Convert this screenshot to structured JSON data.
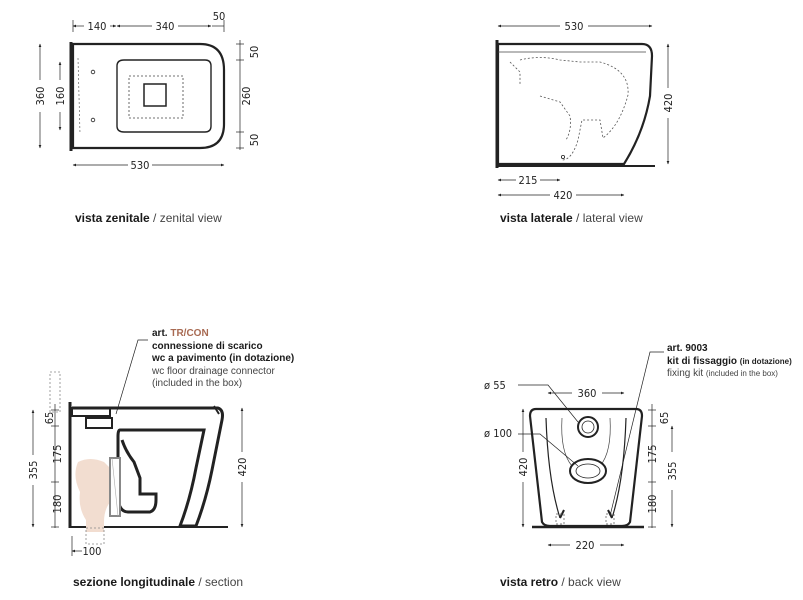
{
  "views": {
    "zenital": {
      "caption_it": "vista zenitale",
      "caption_sep": " / ",
      "caption_en": "zenital view",
      "dims": {
        "d140": "140",
        "d340": "340",
        "d50a": "50",
        "d360": "360",
        "d160": "160",
        "d50b": "50",
        "d260": "260",
        "d50c": "50",
        "d530": "530"
      }
    },
    "lateral": {
      "caption_it": "vista laterale",
      "caption_sep": " / ",
      "caption_en": "lateral view",
      "dims": {
        "d530": "530",
        "d420v": "420",
        "d215": "215",
        "d420h": "420"
      }
    },
    "section": {
      "caption_it": "sezione longitudinale",
      "caption_sep": " / ",
      "caption_en": "section",
      "dims": {
        "d65": "65",
        "d175": "175",
        "d355": "355",
        "d180": "180",
        "d420": "420",
        "d100": "100"
      },
      "note": {
        "art_prefix": "art. ",
        "art_code": "TR/CON",
        "line1": "connessione di scarico",
        "line2": "wc a pavimento (in dotazione)",
        "line3": "wc floor drainage connector",
        "line4": "(included in the box)"
      }
    },
    "back": {
      "caption_it": "vista retro",
      "caption_sep": " / ",
      "caption_en": "back view",
      "dims": {
        "d360": "360",
        "d420": "420",
        "d65": "65",
        "d175": "175",
        "d355": "355",
        "d180": "180",
        "d220": "220",
        "phi55": "ø 55",
        "phi100": "ø 100"
      },
      "note": {
        "art": "art. 9003",
        "line1": "kit di fissaggio",
        "line1_small": "(in dotazione)",
        "line2": "fixing kit",
        "line2_small": "(included in the box)"
      }
    }
  },
  "colors": {
    "ink": "#222222",
    "body_fill": "#ffffff",
    "floor_fill": "#f2ddd0",
    "connector": "#888888"
  }
}
